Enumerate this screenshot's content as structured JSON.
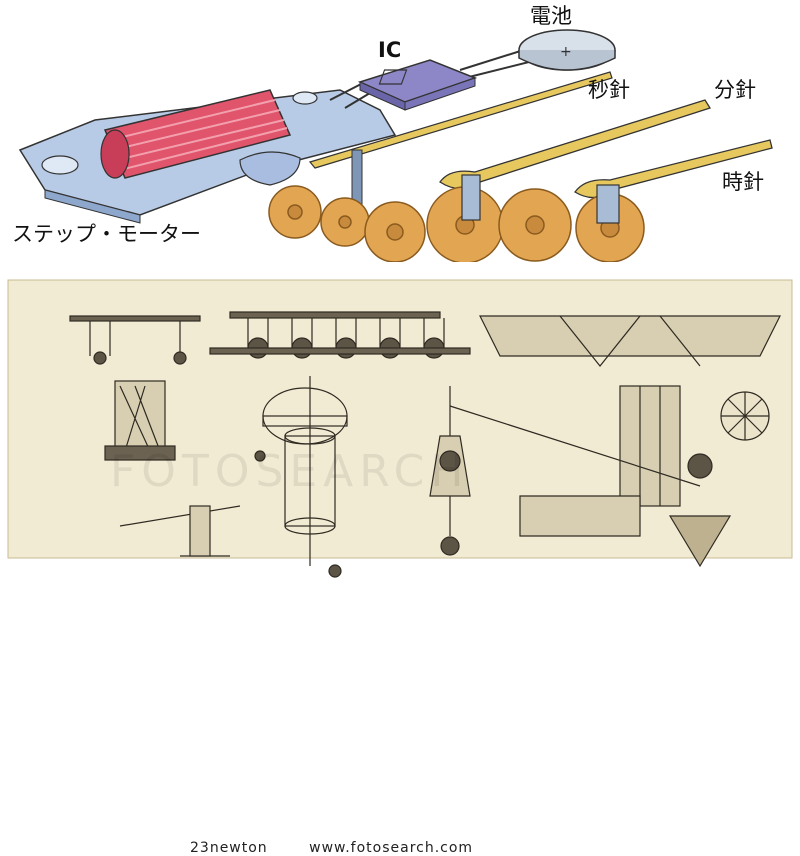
{
  "labels": {
    "battery": "電池",
    "ic": "IC",
    "second_hand": "秒針",
    "minute_hand": "分針",
    "hour_hand": "時針",
    "stepper_motor": "ステップ・モーター"
  },
  "watermark": "FOTOSEARCH",
  "credit": {
    "author": "23newton",
    "site": "www.fotosearch.com"
  },
  "colors": {
    "coil": "#e0546c",
    "gear": "#e2a653",
    "hand": "#e6c85e",
    "baseplate": "#b8cbe6",
    "ic_chip": "#8d86c7",
    "engraving_bg": "#f2ebd3"
  }
}
